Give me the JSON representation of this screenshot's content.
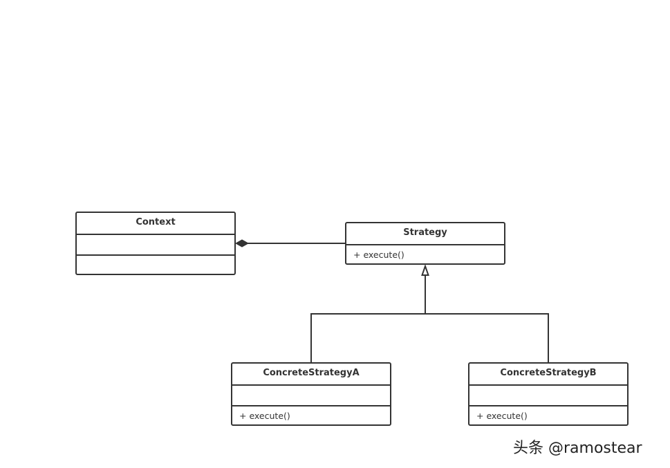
{
  "diagram": {
    "classes": {
      "context": {
        "name": "Context",
        "attributes": "",
        "operations": ""
      },
      "strategy": {
        "name": "Strategy",
        "operations": "+ execute()"
      },
      "concrete_a": {
        "name": "ConcreteStrategyA",
        "attributes": "",
        "operations": "+ execute()"
      },
      "concrete_b": {
        "name": "ConcreteStrategyB",
        "attributes": "",
        "operations": "+ execute()"
      }
    },
    "relations": [
      {
        "type": "composition",
        "from": "context",
        "to": "strategy"
      },
      {
        "type": "generalization",
        "from": "concrete_a",
        "to": "strategy"
      },
      {
        "type": "generalization",
        "from": "concrete_b",
        "to": "strategy"
      }
    ]
  },
  "watermark": {
    "text": "头条 @ramostear"
  },
  "colors": {
    "line": "#333333",
    "background": "#ffffff"
  }
}
